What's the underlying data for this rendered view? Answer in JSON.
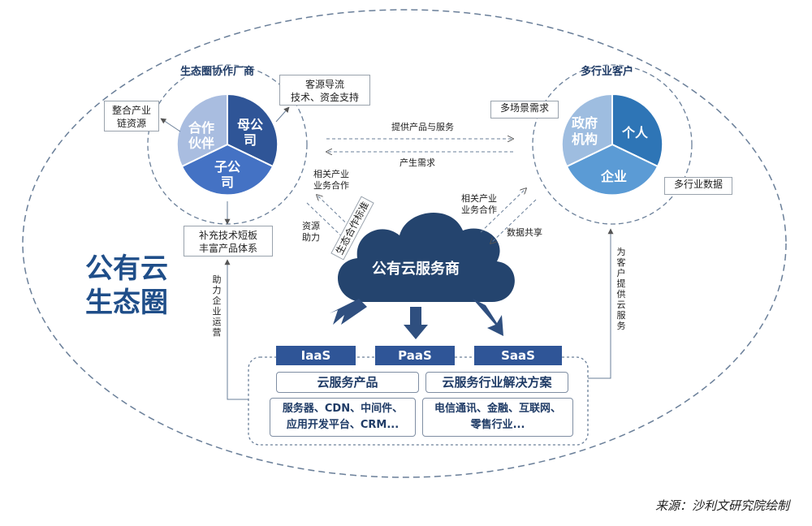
{
  "ecosystem_title": "公有云\n生态圈",
  "partners": {
    "title": "生态圈协作厂商",
    "segments": [
      "合作伙伴",
      "母公司",
      "子公司"
    ],
    "box_integrate": "整合产业\n链资源",
    "box_traffic": "客源导流\n技术、资金支持",
    "box_supplement": "补充技术短板\n丰富产品体系",
    "colors": [
      "#a9bde0",
      "#2f5597",
      "#4472c4"
    ]
  },
  "customers": {
    "title": "多行业客户",
    "segments": [
      "政府机构",
      "个人",
      "企业"
    ],
    "box_scenario": "多场景需求",
    "box_data": "多行业数据",
    "colors": [
      "#9ebde0",
      "#2e75b6",
      "#5b9bd5"
    ]
  },
  "cloud": {
    "label": "公有云服务商",
    "color": "#24446e"
  },
  "layers": {
    "iaas": "IaaS",
    "paas": "PaaS",
    "saas": "SaaS",
    "products_title": "云服务产品",
    "products_detail": "服务器、CDN、中间件、\n应用开发平台、CRM...",
    "solutions_title": "云服务行业解决方案",
    "solutions_detail": "电信通讯、金融、互联网、\n零售行业..."
  },
  "flows": {
    "provide_products": "提供产品与服务",
    "generate_demand": "产生需求",
    "related_coop_left": "相关产业\n业务合作",
    "resource_help": "资源\n助力",
    "eco_standard": "生态合作标准",
    "related_coop_right": "相关产业\n业务合作",
    "data_share": "数据共享",
    "help_operation": "助力企业运营",
    "provide_cloud": "为客户提供云服务"
  },
  "source": "来源：沙利文研究院绘制"
}
